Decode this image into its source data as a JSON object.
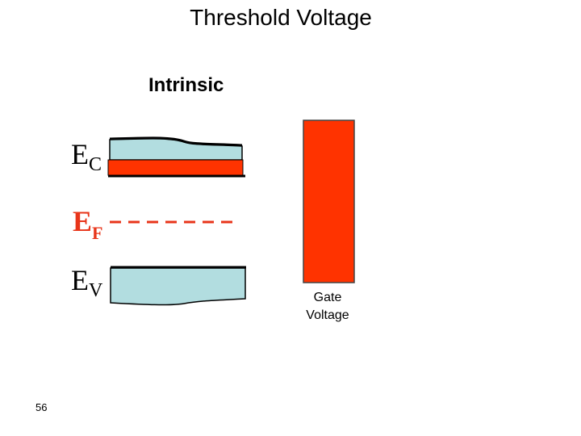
{
  "title": "Threshold Voltage",
  "subtitle": "Intrinsic",
  "labels": {
    "ec_main": "E",
    "ec_sub": "C",
    "ef_main": "E",
    "ef_sub": "F",
    "ev_main": "E",
    "ev_sub": "V"
  },
  "gate": {
    "line1": "Gate",
    "line2": "Voltage"
  },
  "page_number": "56",
  "colors": {
    "band_fill": "#b2dde0",
    "highlight": "#ff3300",
    "fermi_dash": "#e8351a"
  }
}
